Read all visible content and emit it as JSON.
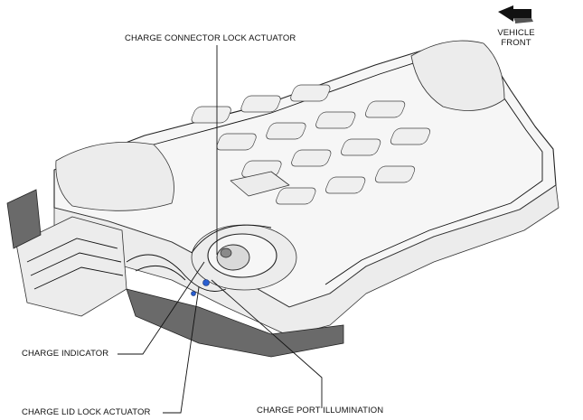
{
  "labels": {
    "charge_connector_lock_actuator": "CHARGE CONNECTOR LOCK ACTUATOR",
    "charge_indicator": "CHARGE INDICATOR",
    "charge_lid_lock_actuator": "CHARGE LID LOCK ACTUATOR",
    "charge_port_illumination": "CHARGE PORT ILLUMINATION",
    "vehicle_front_line1": "VEHICLE",
    "vehicle_front_line2": "FRONT"
  },
  "colors": {
    "line": "#111111",
    "outline": "#222222",
    "body_fill": "#f6f6f6",
    "dark_part": "#6a6a6a",
    "indicator_blue": "#2a5fd0"
  },
  "icons": {
    "direction": "front-arrow-icon"
  }
}
